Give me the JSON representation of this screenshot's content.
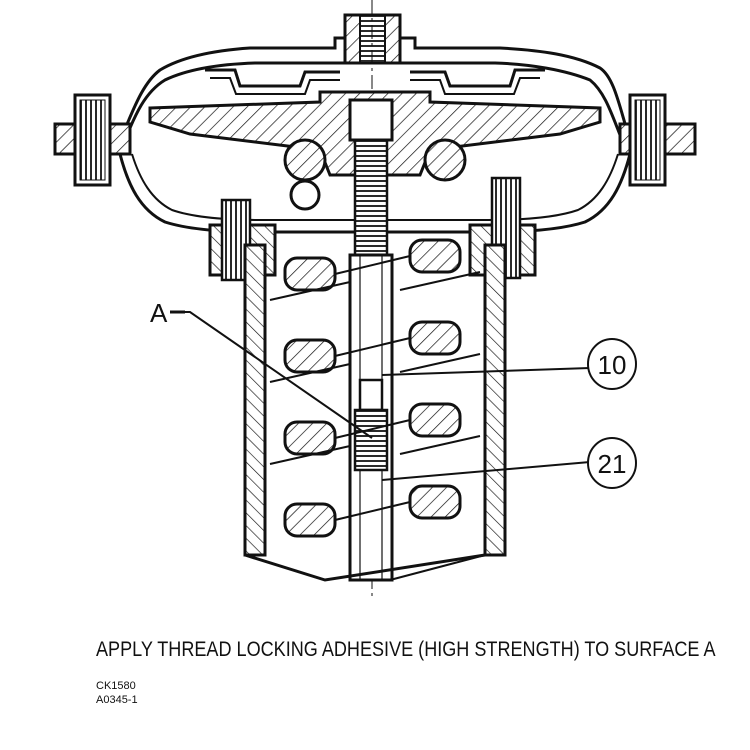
{
  "labels": {
    "callout_a": "A",
    "callout_10": "10",
    "callout_21": "21"
  },
  "caption": "APPLY THREAD LOCKING ADHESIVE (HIGH STRENGTH) TO SURFACE A",
  "codes": [
    "CK1580",
    "A0345-1"
  ],
  "colors": {
    "ink": "#111111",
    "background": "#ffffff"
  }
}
